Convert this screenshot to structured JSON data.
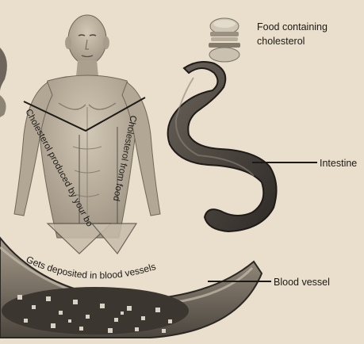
{
  "labels": {
    "food": [
      "Food containing",
      "cholesterol"
    ],
    "intestine": "Intestine",
    "blood_vessel": "Blood vessel",
    "produced_by_body": "Cholesterol produced by your body",
    "from_food": "Cholesterol from food",
    "deposited": "Gets deposited in blood vessels"
  },
  "colors": {
    "paper": "#e9dfcc",
    "ink": "#1c1a17",
    "intestine": "#4a433b",
    "vessel": "#5b544b",
    "plaque": "#d9d2c4"
  }
}
